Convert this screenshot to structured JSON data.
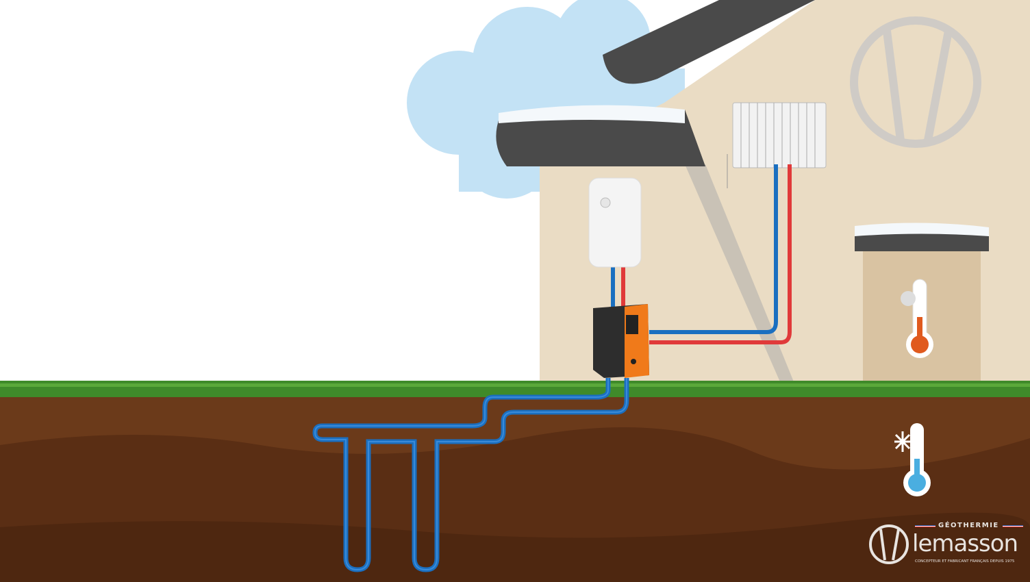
{
  "title": "Geothermal heat pump installation diagram",
  "logo": {
    "category": "GÉOTHERMIE",
    "brand": "lemasson",
    "tagline": "CONCEPTEUR ET FABRICANT FRANÇAIS DEPUIS 1975"
  },
  "colors": {
    "sky_cloud": "#c3e2f5",
    "house_wall": "#eadcc4",
    "roof": "#4a4a4a",
    "grass": "#3f8a2a",
    "soil": "#6b3a1a",
    "soil_deep": "#5a2e14",
    "pipe_cold": "#1a6fc0",
    "pipe_hot": "#e03a3a",
    "heat_pump_accent": "#f07a1a"
  },
  "icons": [
    "cloud-icon",
    "radiator-icon",
    "water-heater-icon",
    "heat-pump-icon",
    "thermometer-warm-icon",
    "thermometer-cold-icon",
    "sun-icon",
    "snowflake-icon"
  ]
}
